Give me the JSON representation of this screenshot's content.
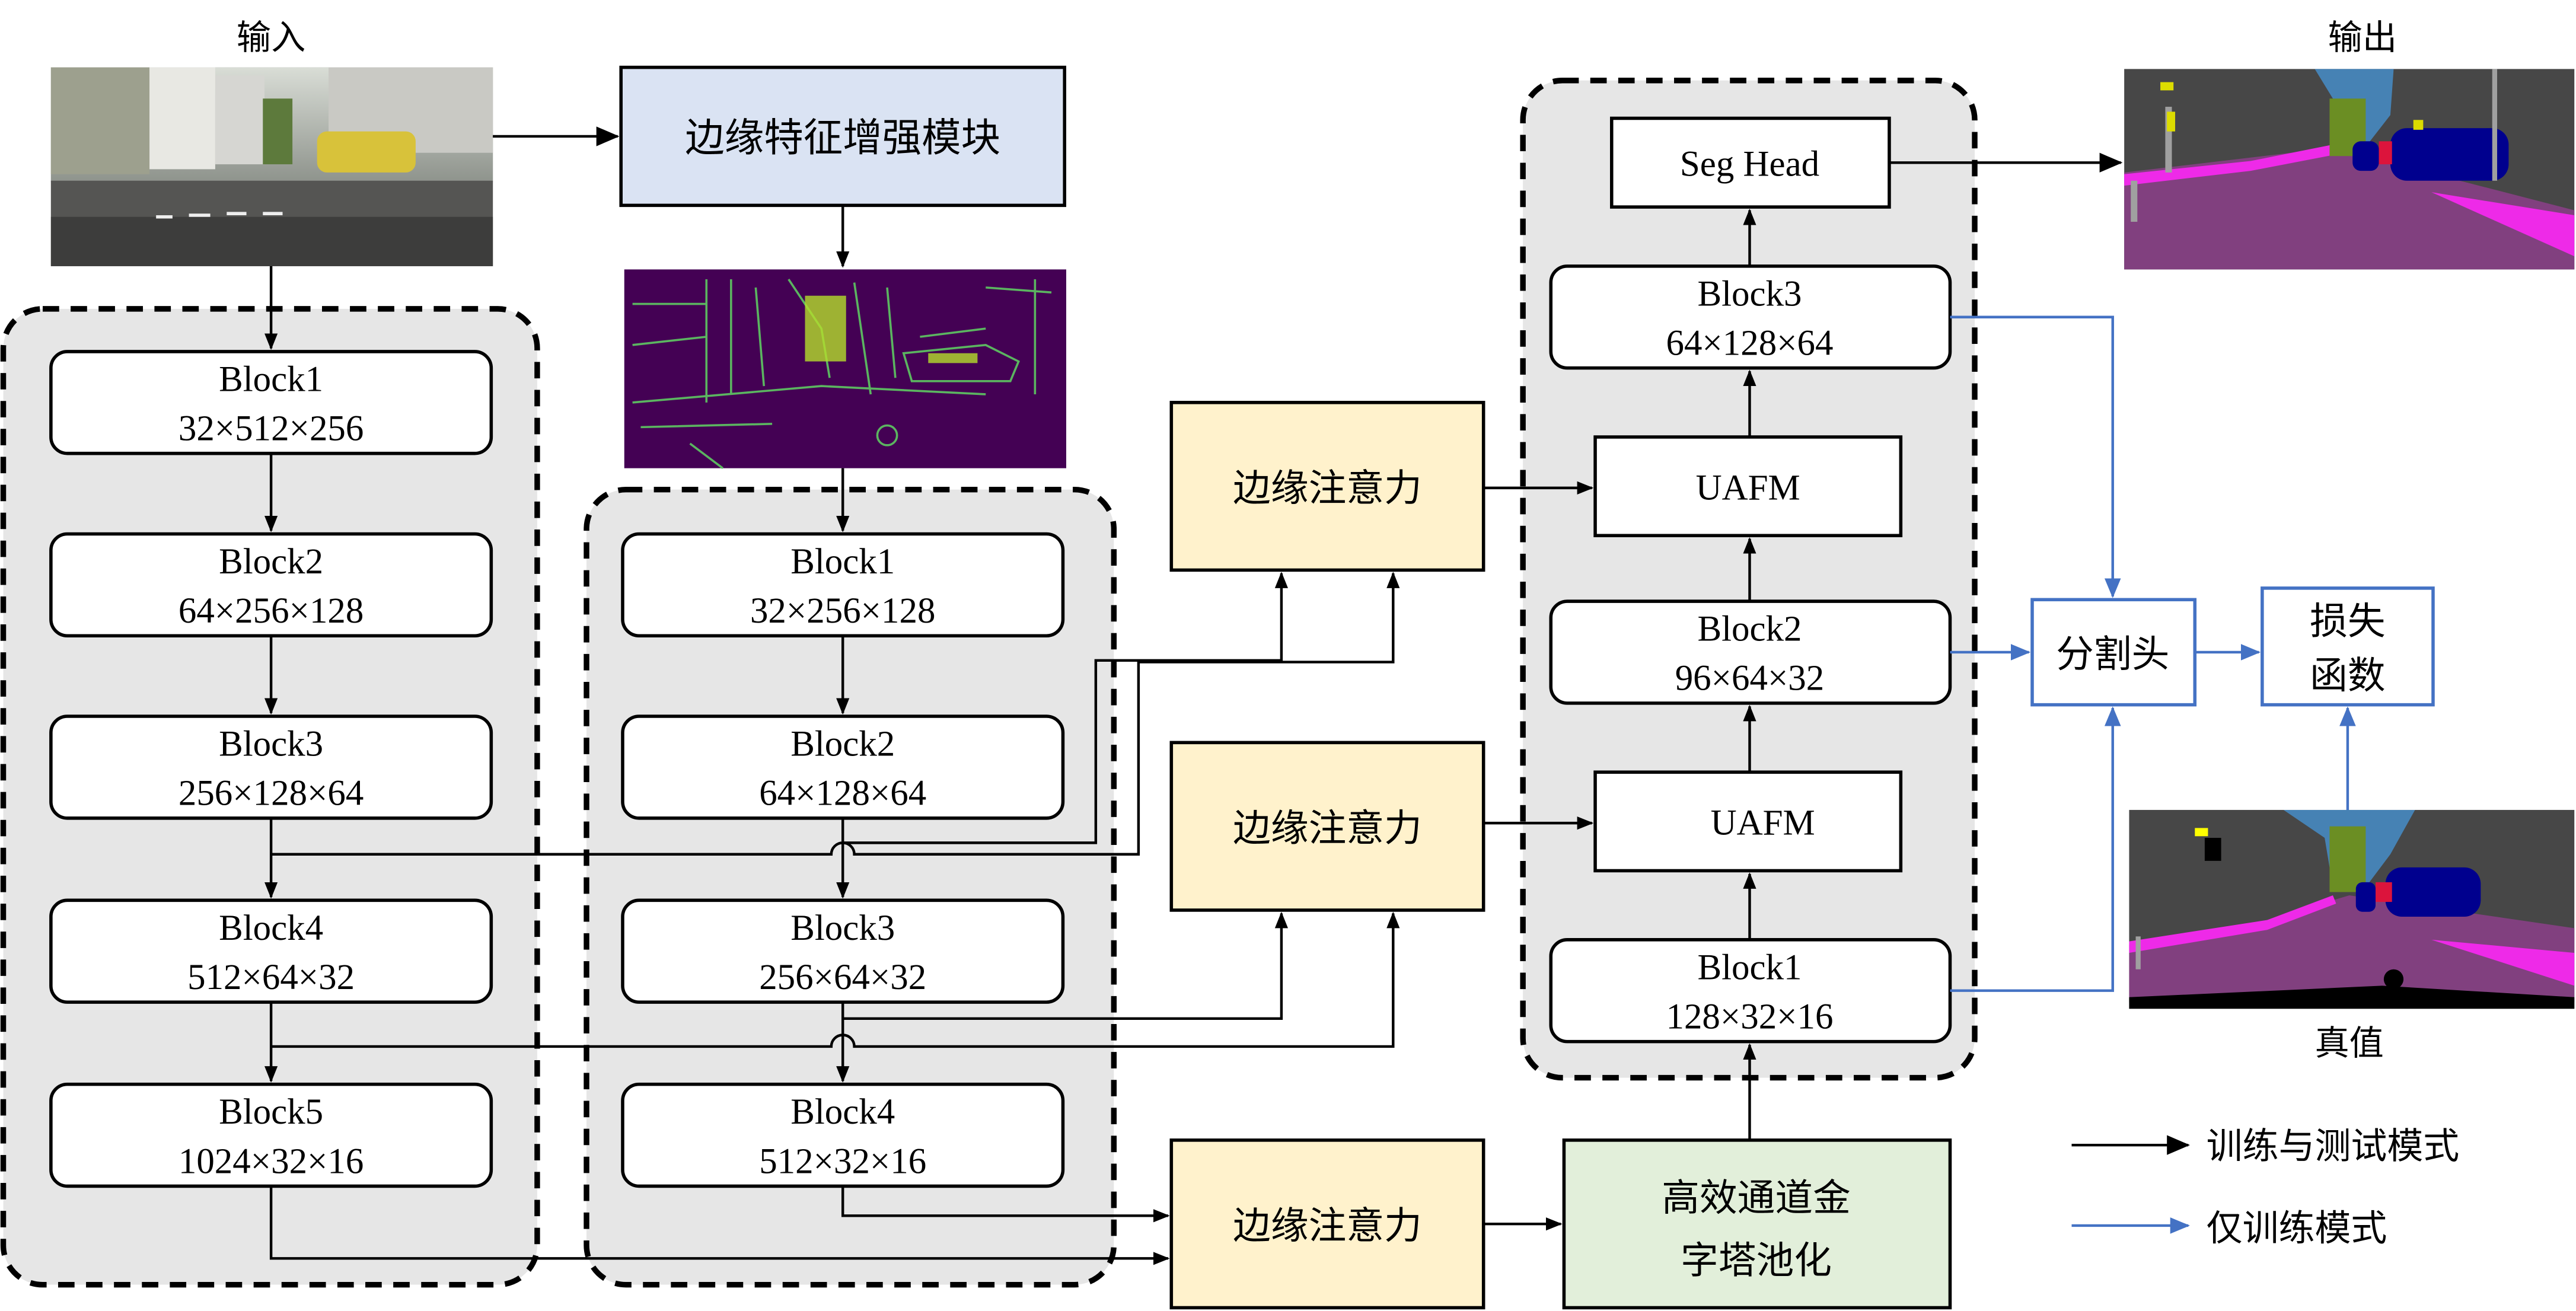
{
  "labels": {
    "input": "输入",
    "output": "输出",
    "ground_truth": "真值"
  },
  "modules": {
    "edge_enhance": "边缘特征增强模块",
    "edge_attention": "边缘注意力",
    "pyramid_pool_line1": "高效通道金",
    "pyramid_pool_line2": "字塔池化",
    "seg_head_en": "Seg Head",
    "uafm": "UAFM",
    "seg_head_zh": "分割头",
    "loss_line1": "损失",
    "loss_line2": "函数"
  },
  "backbone": [
    {
      "name": "Block1",
      "shape": "32×512×256"
    },
    {
      "name": "Block2",
      "shape": "64×256×128"
    },
    {
      "name": "Block3",
      "shape": "256×128×64"
    },
    {
      "name": "Block4",
      "shape": "512×64×32"
    },
    {
      "name": "Block5",
      "shape": "1024×32×16"
    }
  ],
  "edge_branch": [
    {
      "name": "Block1",
      "shape": "32×256×128"
    },
    {
      "name": "Block2",
      "shape": "64×128×64"
    },
    {
      "name": "Block3",
      "shape": "256×64×32"
    },
    {
      "name": "Block4",
      "shape": "512×32×16"
    }
  ],
  "decoder": [
    {
      "name": "Block3",
      "shape": "64×128×64"
    },
    {
      "name": "Block2",
      "shape": "96×64×32"
    },
    {
      "name": "Block1",
      "shape": "128×32×16"
    }
  ],
  "legend": [
    {
      "label": "训练与测试模式",
      "color": "#000000"
    },
    {
      "label": "仅训练模式",
      "color": "#4472c4"
    }
  ],
  "colors": {
    "edge_enhance_fill": "#dae3f3",
    "attention_fill": "#fff2cc",
    "pyramid_fill": "#e2efda",
    "group_fill": "#e6e6e6",
    "train_only": "#4472c4"
  }
}
